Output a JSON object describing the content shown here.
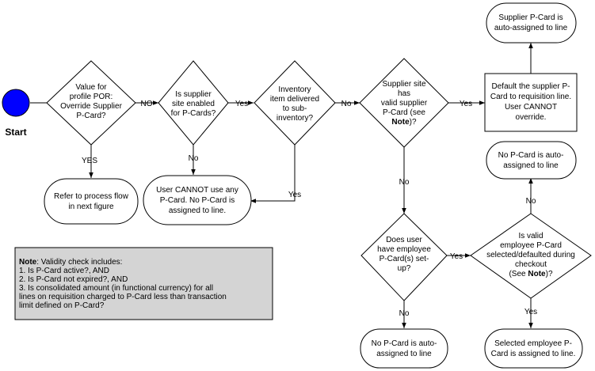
{
  "colors": {
    "start_fill": "#0000ff",
    "note_fill": "#d4d4d4",
    "line": "#000000",
    "background": "#ffffff"
  },
  "start": {
    "label": "Start"
  },
  "decisions": {
    "override": [
      "Value for",
      "profile POR:",
      "Override Supplier",
      "P-Card?"
    ],
    "site_enabled": [
      "Is supplier",
      "site enabled",
      "for P-Cards?"
    ],
    "inventory": [
      "Inventory",
      "item delivered",
      "to sub-",
      "inventory?"
    ],
    "valid_site": [
      [
        {
          "text": "Supplier site",
          "bold": false
        }
      ],
      [
        {
          "text": "has",
          "bold": false
        }
      ],
      [
        {
          "text": "valid supplier",
          "bold": false
        }
      ],
      [
        {
          "text": "P-Card (see",
          "bold": false
        }
      ],
      [
        {
          "text": "Note",
          "bold": true
        },
        {
          "text": ")?",
          "bold": false
        }
      ]
    ],
    "employee_card": [
      "Does user",
      "have employee",
      "P-Card(s) set-",
      "up?"
    ],
    "valid_employee": [
      [
        {
          "text": "Is valid",
          "bold": false
        }
      ],
      [
        {
          "text": "employee P-Card",
          "bold": false
        }
      ],
      [
        {
          "text": "selected/defaulted during",
          "bold": false
        }
      ],
      [
        {
          "text": "checkout",
          "bold": false
        }
      ],
      [
        {
          "text": "(See ",
          "bold": false
        },
        {
          "text": "Note",
          "bold": true
        },
        {
          "text": ")?",
          "bold": false
        }
      ]
    ]
  },
  "terminals": {
    "refer": [
      "Refer to process flow",
      "in next figure"
    ],
    "cannot_use": [
      "User CANNOT use any",
      "P-Card. No P-Card  is",
      "assigned to line."
    ],
    "supplier_auto": [
      "Supplier P-Card is",
      "auto-assigned to line"
    ],
    "no_pcard_top": [
      "No P-Card is auto-",
      "assigned to line"
    ],
    "no_pcard_bottom": [
      "No P-Card is auto-",
      "assigned to line"
    ],
    "selected_employee": [
      "Selected employee P-",
      "Card is assigned to line."
    ]
  },
  "process": {
    "default_supplier": [
      "Default the supplier P-",
      "Card to requisition line.",
      "User CANNOT",
      "override."
    ]
  },
  "edge_labels": {
    "override_no": "NO",
    "override_yes": "YES",
    "site_yes": "Yes",
    "site_no": "No",
    "inventory_no": "No",
    "inventory_yes": "Yes",
    "valid_site_yes": "Yes",
    "valid_site_no": "No",
    "employee_yes": "Yes",
    "employee_no": "No",
    "valid_employee_no": "No",
    "valid_employee_yes": "Yes"
  },
  "note": {
    "lines": [
      [
        {
          "text": "Note",
          "bold": true
        },
        {
          "text": ":  Validity check includes:",
          "bold": false
        }
      ],
      [
        {
          "text": "1. Is P-Card active?, AND",
          "bold": false
        }
      ],
      [
        {
          "text": "2. Is P-Card not expired?, AND",
          "bold": false
        }
      ],
      [
        {
          "text": "3. Is consolidated amount  (in functional currency) for all",
          "bold": false
        }
      ],
      [
        {
          "text": "lines on requisition charged to P-Card less than transaction",
          "bold": false
        }
      ],
      [
        {
          "text": "limit defined on P-Card?",
          "bold": false
        }
      ]
    ]
  }
}
